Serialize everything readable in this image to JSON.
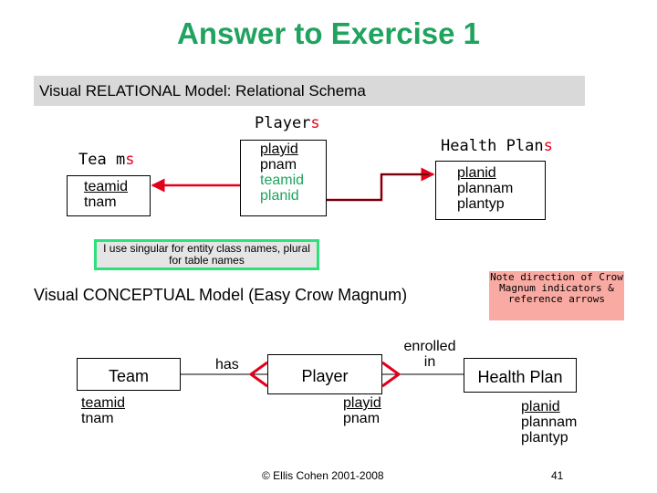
{
  "title": "Answer to Exercise 1",
  "relational_banner": "Visual RELATIONAL Model: Relational Schema",
  "relational": {
    "players": {
      "name_base": "Player",
      "name_suffix": "s",
      "fields": [
        "playid",
        "pnam",
        "teamid",
        "planid"
      ]
    },
    "teams": {
      "name_base": "Tea m",
      "name_suffix": "s",
      "fields": [
        "teamid",
        "tnam"
      ]
    },
    "healthplans": {
      "name_base": "Health Plan",
      "name_suffix": "s",
      "fields": [
        "planid",
        "plannam",
        "plantyp"
      ]
    }
  },
  "note_naming": "I use singular for entity class names, plural for table names",
  "conceptual_banner": "Visual CONCEPTUAL Model (Easy Crow Magnum)",
  "note_direction": "Note direction of Crow Magnum indicators & reference arrows",
  "conceptual": {
    "team": {
      "name": "Team",
      "fields": [
        "teamid",
        "tnam"
      ]
    },
    "player": {
      "name": "Player",
      "fields": [
        "playid",
        "pnam"
      ]
    },
    "healthplan": {
      "name": "Health Plan",
      "fields": [
        "planid",
        "plannam",
        "plantyp"
      ]
    },
    "rel_has": "has",
    "rel_enrolled_1": "enrolled",
    "rel_enrolled_2": "in"
  },
  "footer": "© Ellis Cohen 2001-2008",
  "page_number": "41",
  "colors": {
    "title": "#1fa35f",
    "accent_red": "#e3001b",
    "note_border": "#2ee07a",
    "note_fill": "#f9aaa2"
  }
}
